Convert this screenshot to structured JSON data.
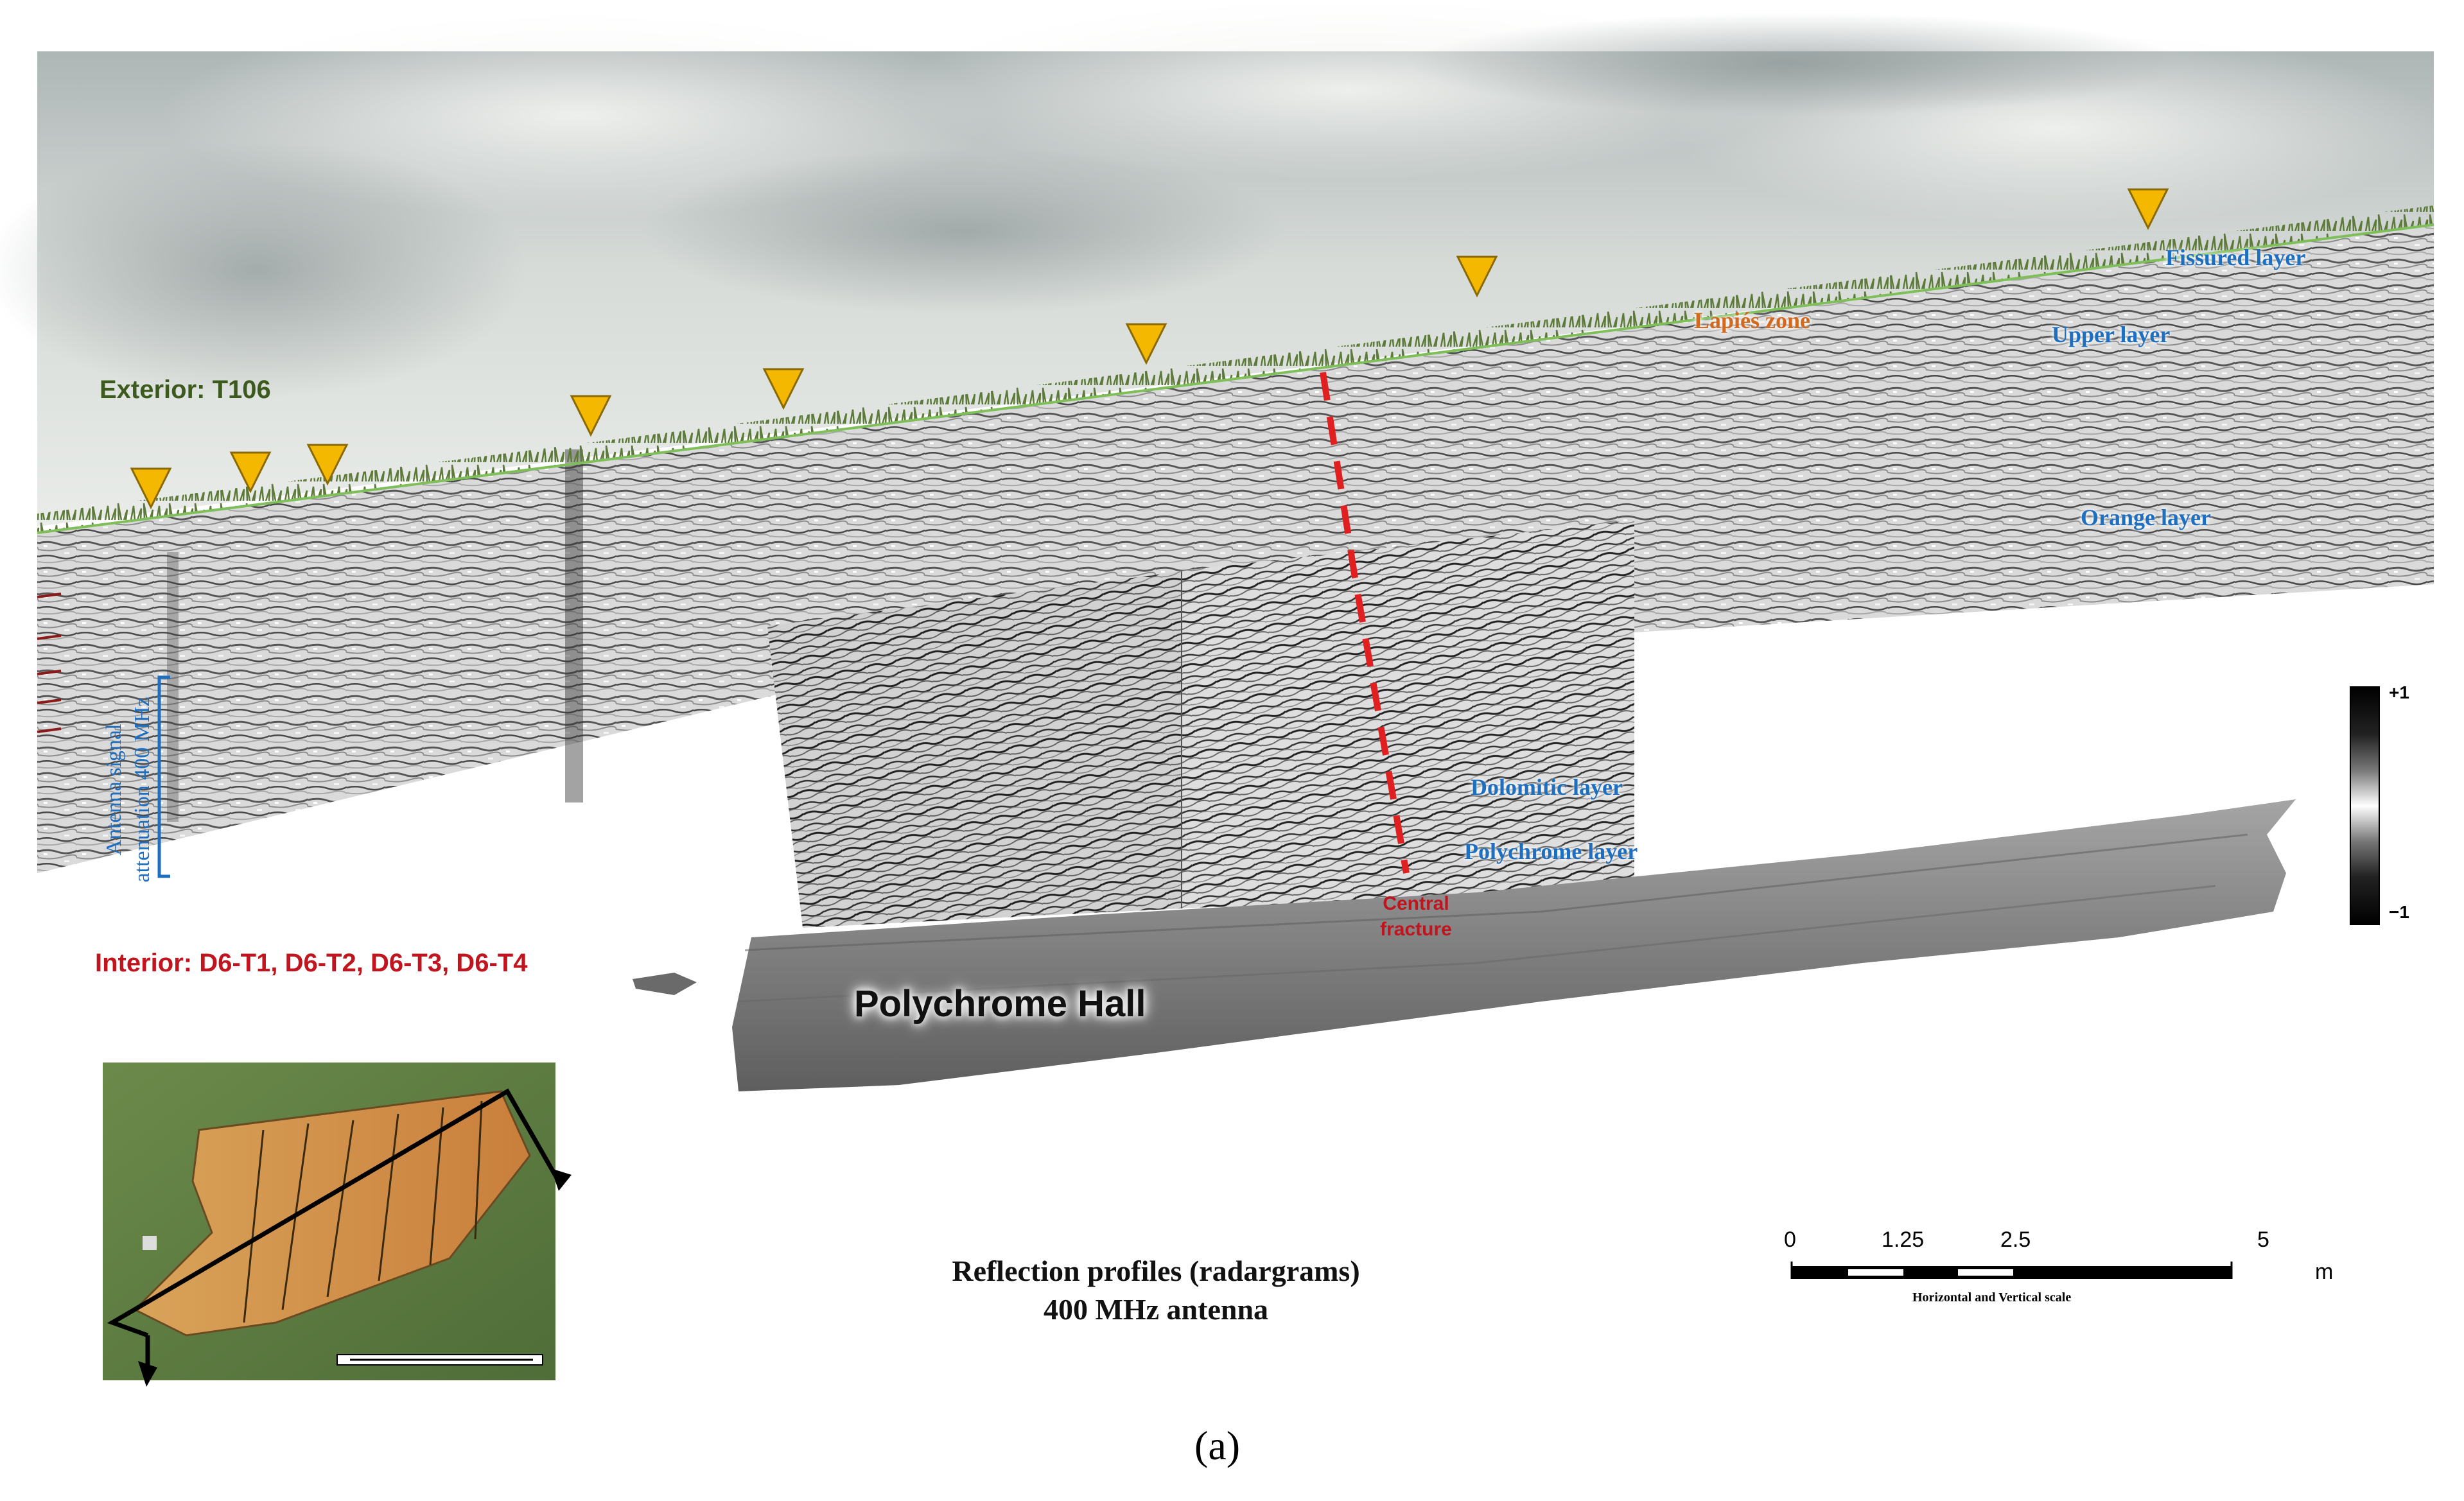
{
  "labels": {
    "exterior": "Exterior: T106",
    "interior": "Interior: D6-T1, D6-T2, D6-T3, D6-T4",
    "fissured_layer": "Fissured layer",
    "upper_layer": "Upper layer",
    "lapies_zone": "Lapiés zone",
    "orange_layer": "Orange layer",
    "dolomitic_layer": "Dolomitic layer",
    "polychrome_layer": "Polychrome layer",
    "central_fracture_1": "Central",
    "central_fracture_2": "fracture",
    "polychrome_hall": "Polychrome Hall",
    "antenna_1": "Antenna signal",
    "antenna_2": "attenuation 400 MHz",
    "colorbar_top": "+1",
    "colorbar_bottom": "−1"
  },
  "caption": {
    "line1": "Reflection profiles (radargrams)",
    "line2": "400 MHz antenna",
    "panel": "(a)"
  },
  "scale": {
    "ticks": [
      "0",
      "1.25",
      "2.5",
      "5"
    ],
    "unit": "m",
    "title": "Horizontal and Vertical scale"
  },
  "colors": {
    "marker": "#f5b800",
    "fracture": "#e02020",
    "label_blue": "#1f6fc0",
    "label_orange": "#d2691e",
    "exterior_green": "#3c5a1e",
    "interior_red": "#c0141e",
    "sky": "#c9d0cc",
    "hall_gray": "#7d7d7d"
  }
}
